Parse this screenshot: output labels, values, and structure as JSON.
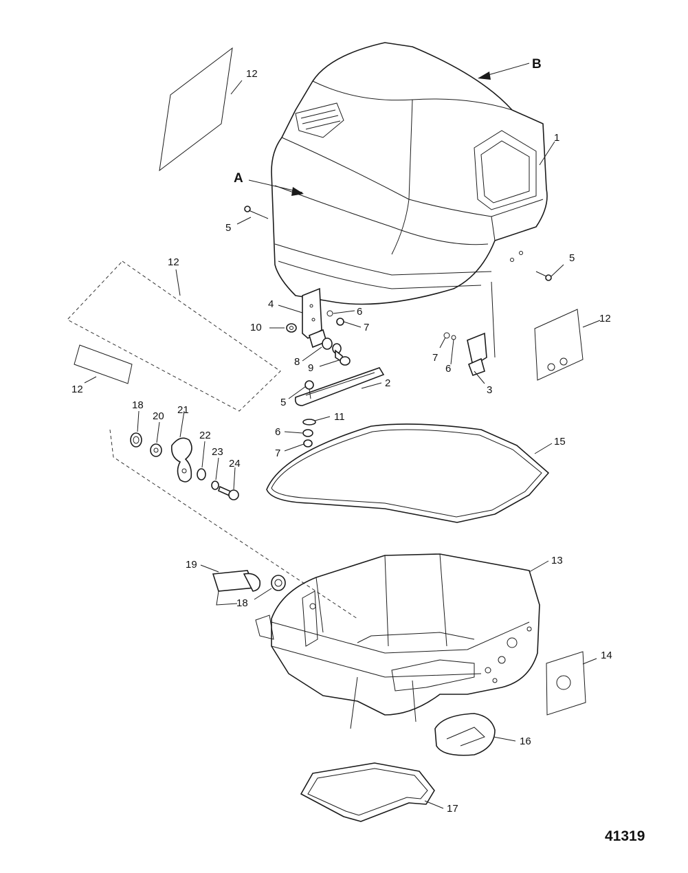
{
  "figure_number": "41319",
  "letters": {
    "A": "A",
    "B": "B"
  },
  "callouts": {
    "c1": "1",
    "c2": "2",
    "c3": "3",
    "c4": "4",
    "c5a": "5",
    "c5b": "5",
    "c5c": "5",
    "c6a": "6",
    "c6b": "6",
    "c6c": "6",
    "c7a": "7",
    "c7b": "7",
    "c7c": "7",
    "c8": "8",
    "c9": "9",
    "c10": "10",
    "c11": "11",
    "c12a": "12",
    "c12b": "12",
    "c12c": "12",
    "c12d": "12",
    "c13": "13",
    "c14": "14",
    "c15": "15",
    "c16": "16",
    "c17": "17",
    "c18a": "18",
    "c18b": "18",
    "c19": "19",
    "c20": "20",
    "c21": "21",
    "c22": "22",
    "c23": "23",
    "c24": "24"
  }
}
